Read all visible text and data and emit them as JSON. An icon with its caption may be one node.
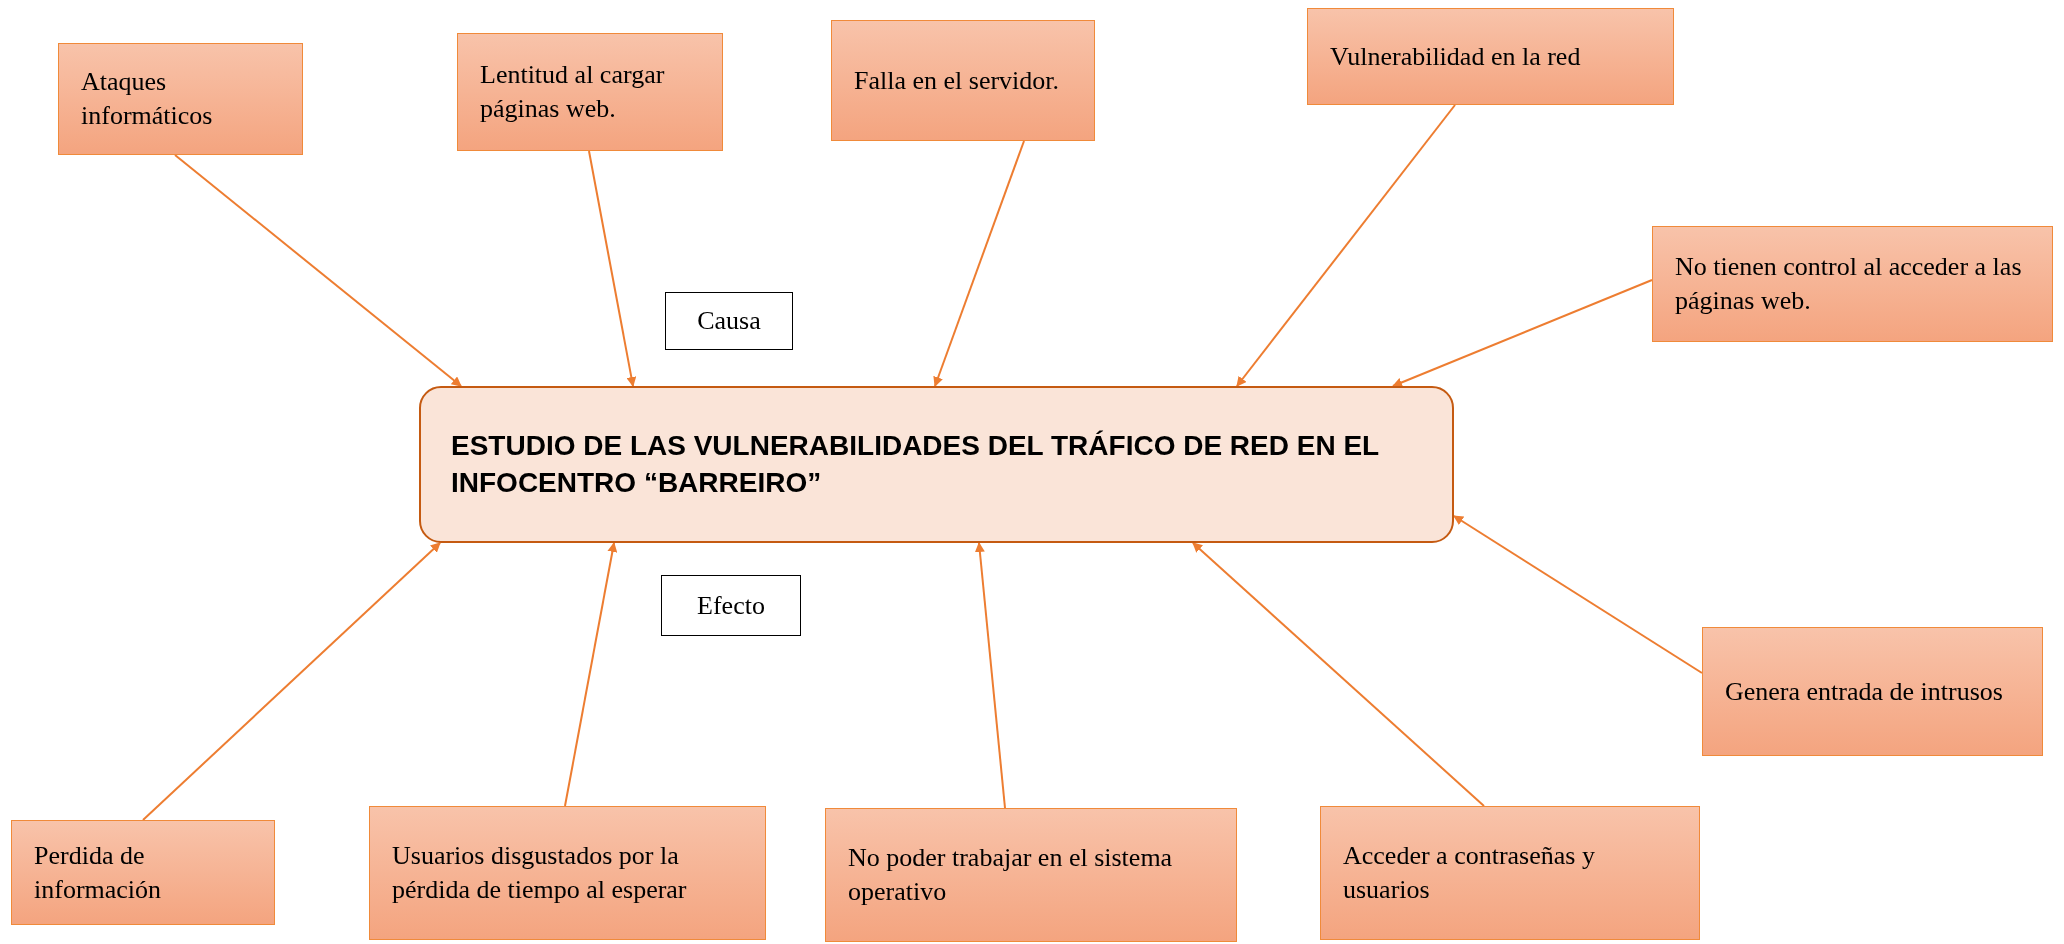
{
  "diagram": {
    "nodes": [
      {
        "text": [
          "ESTUDIO DE LAS VULNERABILIDADES DEL TRÁFICO DE RED EN EL INFOCENTRO “BARREIRO”"
        ]
      },
      {
        "text": [
          "Ataques informáticos"
        ]
      },
      {
        "text": [
          "Lentitud al cargar páginas web."
        ]
      },
      {
        "text": [
          "Falla en el servidor."
        ]
      },
      {
        "text": [
          "Vulnerabilidad en la red"
        ]
      },
      {
        "text": [
          "No tienen control al acceder a las páginas web."
        ]
      },
      {
        "text": [
          "Genera entrada de intrusos"
        ]
      },
      {
        "text": [
          "Perdida de información"
        ]
      },
      {
        "text": [
          "Usuarios disgustados por la pérdida de tiempo al esperar"
        ]
      },
      {
        "text": [
          "No poder trabajar en el sistema operativo"
        ]
      },
      {
        "text": [
          "Acceder a contraseñas y usuarios"
        ]
      },
      {
        "text": [
          "Causa"
        ]
      },
      {
        "text": [
          "Efecto"
        ]
      }
    ],
    "edges": [
      {
        "from": 1,
        "to": 0,
        "arrow": "to"
      },
      {
        "from": 2,
        "to": 0,
        "arrow": "to"
      },
      {
        "from": 3,
        "to": 0,
        "arrow": "to"
      },
      {
        "from": 4,
        "to": 0,
        "arrow": "to"
      },
      {
        "from": 5,
        "to": 0,
        "arrow": "to"
      },
      {
        "from": 6,
        "to": 0,
        "arrow": "to"
      },
      {
        "from": 7,
        "to": 0,
        "arrow": "to"
      },
      {
        "from": 8,
        "to": 0,
        "arrow": "to"
      },
      {
        "from": 9,
        "to": 0,
        "arrow": "to"
      },
      {
        "from": 10,
        "to": 0,
        "arrow": "to"
      }
    ]
  }
}
